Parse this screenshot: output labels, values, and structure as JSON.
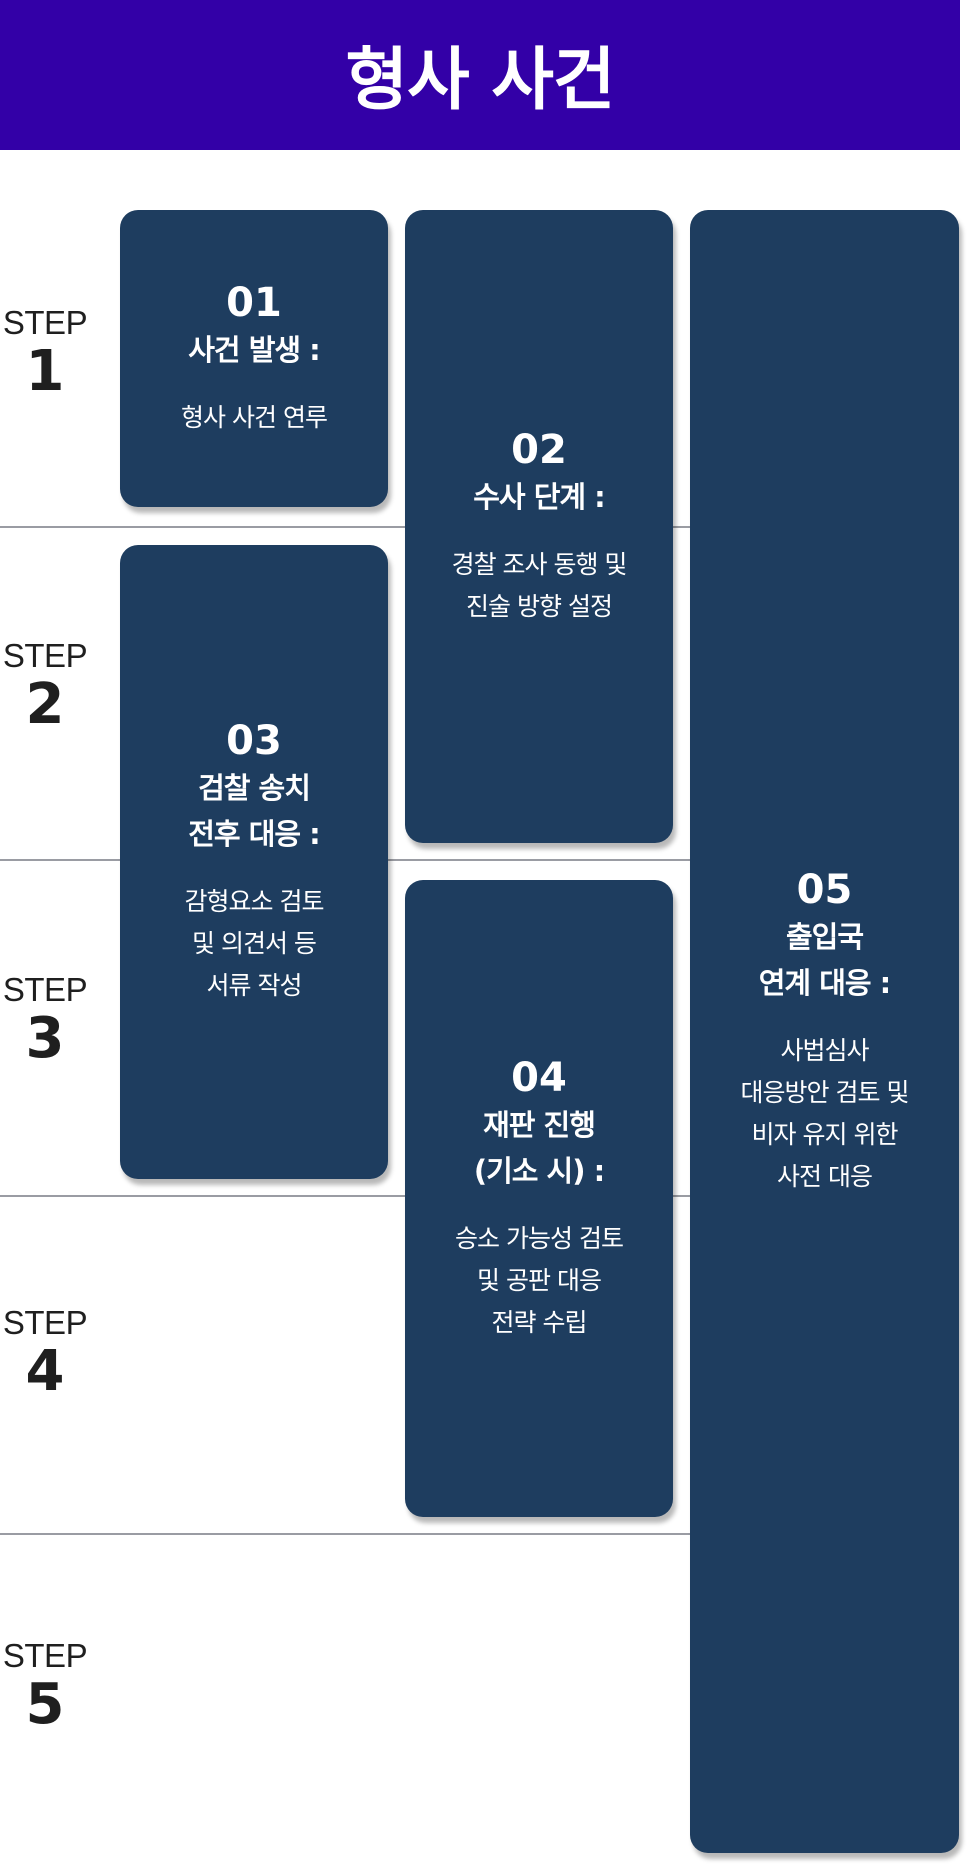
{
  "header": {
    "title": "형사 사건",
    "background": "#3300a7"
  },
  "steps": [
    {
      "label": "STEP",
      "number": "1"
    },
    {
      "label": "STEP",
      "number": "2"
    },
    {
      "label": "STEP",
      "number": "3"
    },
    {
      "label": "STEP",
      "number": "4"
    },
    {
      "label": "STEP",
      "number": "5"
    }
  ],
  "cards": [
    {
      "number": "01",
      "title": "사건 발생 :",
      "description": "형사 사건 연루"
    },
    {
      "number": "02",
      "title": "수사 단계 :",
      "description": "경찰 조사 동행 및\n진술 방향 설정"
    },
    {
      "number": "03",
      "title": "검찰 송치\n전후 대응 :",
      "description": "감형요소 검토\n및 의견서 등\n서류 작성"
    },
    {
      "number": "04",
      "title": "재판 진행\n(기소 시) :",
      "description": "승소 가능성 검토\n및 공판 대응\n전략 수립"
    },
    {
      "number": "05",
      "title": "출입국\n연계 대응 :",
      "description": "사법심사\n대응방안 검토 및\n비자 유지 위한\n사전 대응"
    }
  ],
  "colors": {
    "card": "#1e3d5f",
    "divider": "#9a9ca3",
    "step_text": "#1f1f1f"
  }
}
